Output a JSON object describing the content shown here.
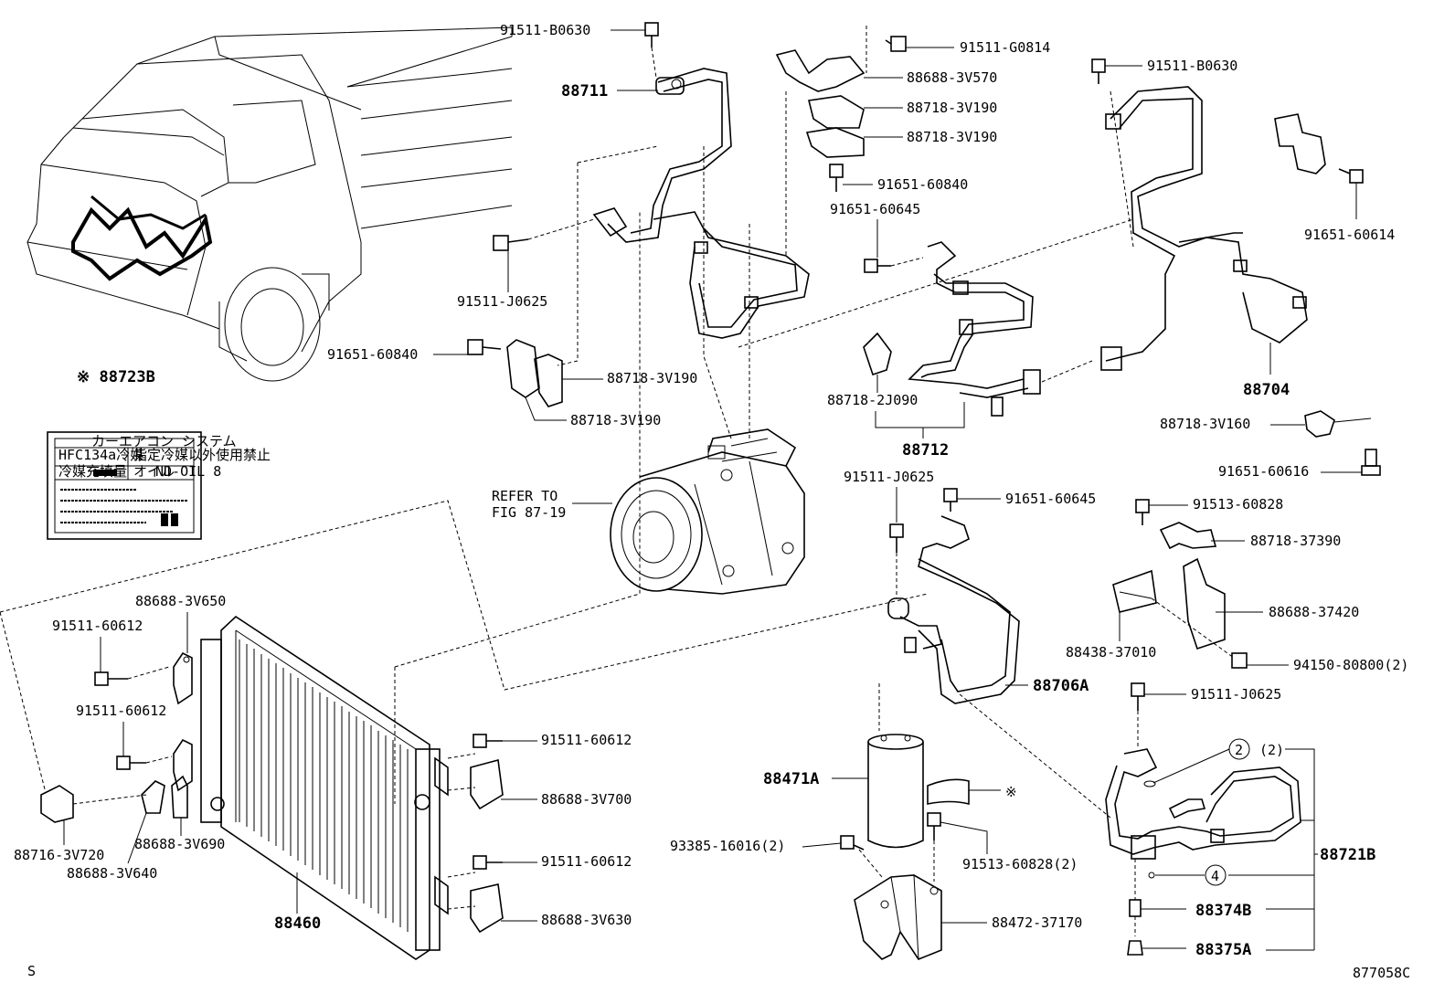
{
  "footer": {
    "left_mark": "S",
    "code": "877058C"
  },
  "labels": {
    "p91511_B0630_a": "91511-B0630",
    "p88711": "88711",
    "p91511_J0625_a": "91511-J0625",
    "p91651_60840_a": "91651-60840",
    "p88718_3V190_a": "88718-3V190",
    "p88718_3V190_b": "88718-3V190",
    "p91511_G0814": "91511-G0814",
    "p88688_3V570": "88688-3V570",
    "p88718_3V190_c": "88718-3V190",
    "p88718_3V190_d": "88718-3V190",
    "p91651_60840_b": "91651-60840",
    "p91651_60645_a": "91651-60645",
    "p88718_2J090": "88718-2J090",
    "p88712": "88712",
    "p91511_B0630_b": "91511-B0630",
    "p91651_60614": "91651-60614",
    "p88704": "88704",
    "p88718_3V160": "88718-3V160",
    "p91651_60616": "91651-60616",
    "p88723B": "※ 88723B",
    "refer_to": "REFER TO",
    "fig": "FIG 87-19",
    "p91511_J0625_b": "91511-J0625",
    "p91651_60645_b": "91651-60645",
    "p91513_60828_a": "91513-60828",
    "p88718_37390": "88718-37390",
    "p88688_37420": "88688-37420",
    "p88438_37010": "88438-37010",
    "p94150_80800": "94150-80800(2)",
    "p88706A": "88706A",
    "p91511_J0625_c": "91511-J0625",
    "p88688_3V650": "88688-3V650",
    "p91511_60612_a": "91511-60612",
    "p91511_60612_b": "91511-60612",
    "p88716_3V720": "88716-3V720",
    "p88688_3V640": "88688-3V640",
    "p88688_3V690": "88688-3V690",
    "p88460": "88460",
    "p91511_60612_c": "91511-60612",
    "p88688_3V700": "88688-3V700",
    "p91511_60612_d": "91511-60612",
    "p88688_3V630": "88688-3V630",
    "p88471A": "88471A",
    "note_mark": "※",
    "p93385_16016": "93385-16016(2)",
    "p91513_60828_b": "91513-60828(2)",
    "p88472_37170": "88472-37170",
    "circle2": "2",
    "qty2": "(2)",
    "circle4": "4",
    "p88721B": "88721B",
    "p88374B": "88374B",
    "p88375A": "88375A"
  },
  "decal": {
    "title": "カーエアコン システム",
    "refrigerant": "HFC134a冷媒",
    "warning": "指定冷媒以外使用禁止",
    "charge_label": "冷媒充填量",
    "oil_label": "オイル",
    "oil_value": "ND-OIL 8"
  }
}
